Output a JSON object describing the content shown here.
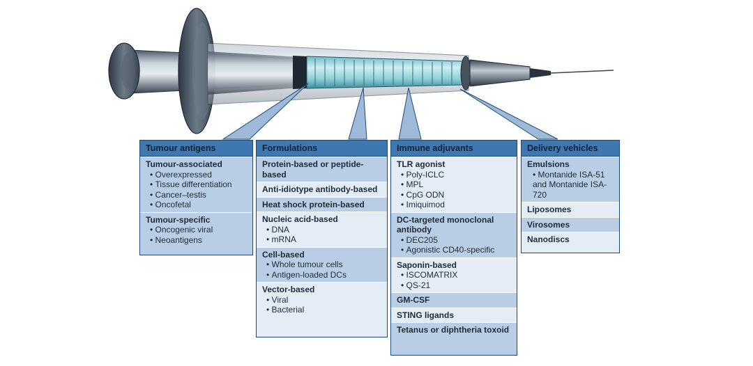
{
  "panels": [
    {
      "title": "Tumour antigens",
      "groups": [
        {
          "title": "Tumour-associated",
          "items": [
            "Overexpressed",
            "Tissue differentiation",
            "Cancer–testis",
            "Oncofetal"
          ]
        },
        {
          "title": "Tumour-specific",
          "items": [
            "Oncogenic viral",
            "Neoantigens"
          ]
        }
      ]
    },
    {
      "title": "Formulations",
      "groups": [
        {
          "title": "Protein-based or peptide-based",
          "items": []
        },
        {
          "title": "Anti-idiotype antibody-based",
          "items": []
        },
        {
          "title": "Heat shock protein-based",
          "items": []
        },
        {
          "title": "Nucleic acid-based",
          "items": [
            "DNA",
            "mRNA"
          ]
        },
        {
          "title": "Cell-based",
          "items": [
            "Whole tumour cells",
            "Antigen-loaded DCs"
          ]
        },
        {
          "title": "Vector-based",
          "items": [
            "Viral",
            "Bacterial"
          ]
        }
      ]
    },
    {
      "title": "Immune adjuvants",
      "groups": [
        {
          "title": "TLR agonist",
          "items": [
            "Poly-ICLC",
            "MPL",
            "CpG ODN",
            "Imiquimod"
          ]
        },
        {
          "title": "DC-targeted monoclonal antibody",
          "items": [
            "DEC205",
            "Agonistic CD40-specific"
          ]
        },
        {
          "title": "Saponin-based",
          "items": [
            "ISCOMATRIX",
            "QS-21"
          ]
        },
        {
          "title": "GM-CSF",
          "items": []
        },
        {
          "title": "STING ligands",
          "items": []
        },
        {
          "title": "Tetanus or diphtheria toxoid",
          "items": []
        }
      ]
    },
    {
      "title": "Delivery vehicles",
      "groups": [
        {
          "title": "Emulsions",
          "items": [
            "Montanide ISA-51 and Montanide ISA-720"
          ]
        },
        {
          "title": "Liposomes",
          "items": []
        },
        {
          "title": "Virosomes",
          "items": []
        },
        {
          "title": "Nanodiscs",
          "items": []
        }
      ]
    }
  ]
}
